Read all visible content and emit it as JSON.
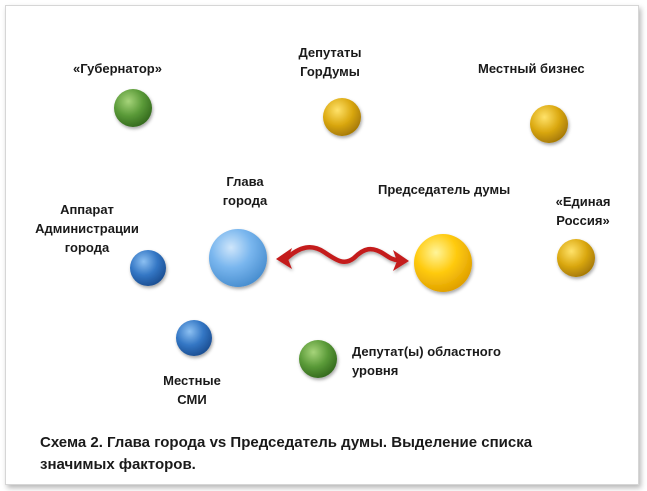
{
  "nodes": {
    "governor": "«Губернатор»",
    "gorduma_deputies": "Депутаты\nГорДумы",
    "local_business": "Местный бизнес",
    "city_head": "Глава\nгорода",
    "duma_chairman": "Председатель думы",
    "united_russia": "«Единая\nРоссия»",
    "city_administration": "Аппарат\nАдминистрации\nгорода",
    "local_media": "Местные\nСМИ",
    "regional_deputies": "Депутат(ы) областного\nуровня"
  },
  "caption": "Схема 2. Глава города vs Председатель думы. Выделение списка значимых факторов.",
  "colors": {
    "green": "#4e8a2e",
    "gold": "#d4a10c",
    "blue": "#2e6fc0",
    "light_blue": "#6aaee8",
    "yellow": "#ffc400",
    "arrow": "#c41a1a"
  }
}
